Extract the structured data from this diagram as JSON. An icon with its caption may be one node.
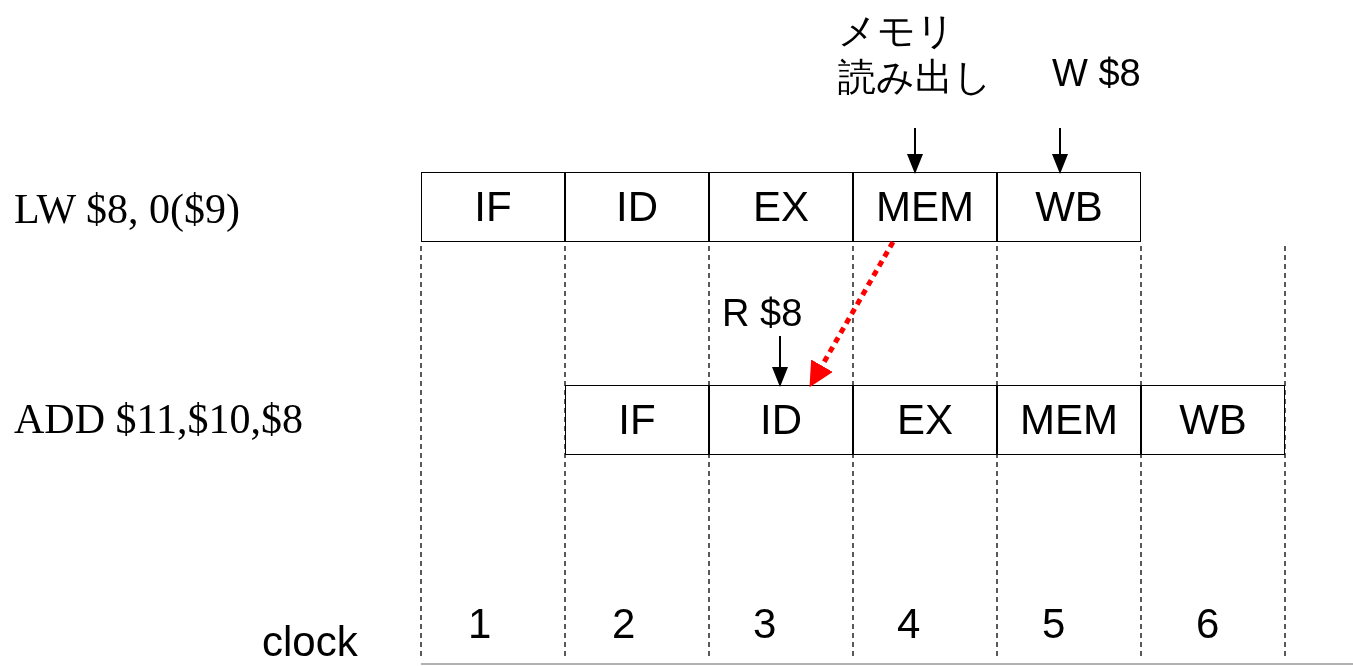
{
  "diagram": {
    "nodes": [
      {
        "text": [
          "IF"
        ]
      },
      {
        "text": [
          "ID"
        ]
      },
      {
        "text": [
          "EX"
        ]
      },
      {
        "text": [
          "MEM"
        ]
      },
      {
        "text": [
          "WB"
        ]
      },
      {
        "text": [
          "IF"
        ]
      },
      {
        "text": [
          "ID"
        ]
      },
      {
        "text": [
          "EX"
        ]
      },
      {
        "text": [
          "MEM"
        ]
      },
      {
        "text": [
          "WB"
        ]
      },
      {
        "text": [
          "メモリ読み出し"
        ]
      },
      {
        "text": [
          "W $8"
        ]
      },
      {
        "text": [
          "R $8"
        ]
      }
    ],
    "edges": [
      {
        "from": 10,
        "to": 3,
        "arrow": "to"
      },
      {
        "from": 11,
        "to": 4,
        "arrow": "to"
      },
      {
        "from": 12,
        "to": 6,
        "arrow": "to"
      },
      {
        "from": 3,
        "to": 6,
        "arrow": "to",
        "style": "dashed",
        "color": "#ff0000"
      }
    ],
    "labels": [
      "LW $8, 0($9)",
      "ADD $11,$10,$8",
      "clock",
      "1",
      "2",
      "3",
      "4",
      "5",
      "6"
    ]
  }
}
